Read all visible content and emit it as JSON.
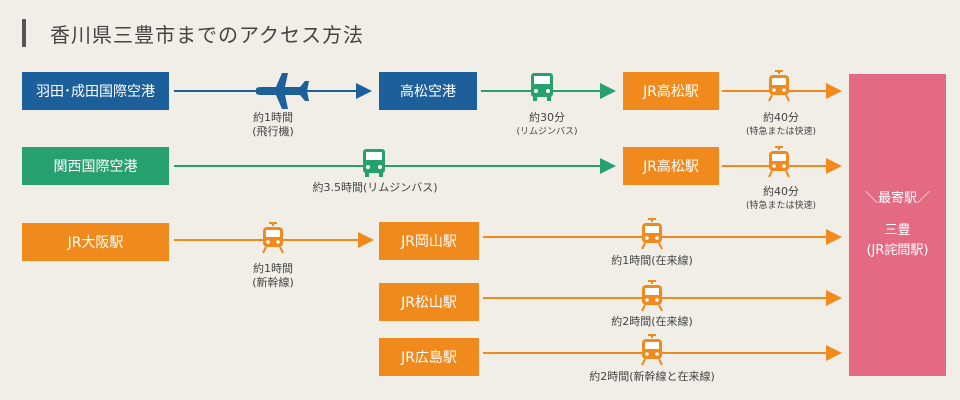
{
  "title": "香川県三豊市までのアクセス方法",
  "colors": {
    "air": "#1d5f9a",
    "bus": "#27a06f",
    "rail": "#f08a1c",
    "destination": "#e36a82",
    "background": "#f1eee8"
  },
  "stations": {
    "haneda_narita": "羽田･成田国際空港",
    "takamatsu_airport": "高松空港",
    "jr_takamatsu_1": "JR高松駅",
    "kansai": "関西国際空港",
    "jr_takamatsu_2": "JR高松駅",
    "jr_osaka": "JR大阪駅",
    "jr_okayama": "JR岡山駅",
    "jr_matsuyama": "JR松山駅",
    "jr_hiroshima": "JR広島駅"
  },
  "destination": {
    "header": "＼最寄駅／",
    "name": "三豊",
    "station": "(JR詫間駅)"
  },
  "labels": {
    "flight_time": "約1時間",
    "flight_mode": "(飛行機)",
    "bus_time": "約30分",
    "bus_mode": "(リムジンバス)",
    "express_time_1": "約40分",
    "express_mode_1": "(特急または快速)",
    "kansai_bus": "約3.5時間(リムジンバス)",
    "express_time_2": "約40分",
    "express_mode_2": "(特急または快速)",
    "shinkansen_time": "約1時間",
    "shinkansen_mode": "(新幹線)",
    "okayama_route": "約1時間(在来線)",
    "matsuyama_route": "約2時間(在来線)",
    "hiroshima_route": "約2時間(新幹線と在来線)"
  },
  "icons": {
    "plane": "airplane-icon",
    "bus": "bus-icon",
    "train": "train-icon"
  }
}
